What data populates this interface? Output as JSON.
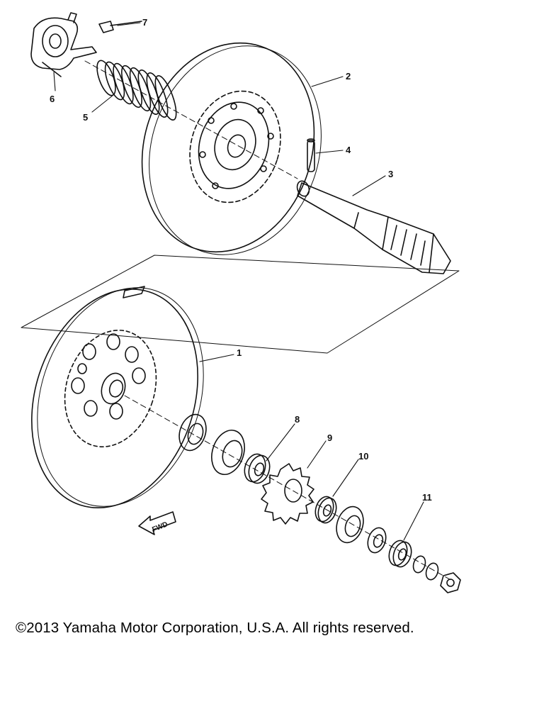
{
  "diagram": {
    "callouts": {
      "c1": "1",
      "c2": "2",
      "c3": "3",
      "c4": "4",
      "c5": "5",
      "c6": "6",
      "c7": "7",
      "c8": "8",
      "c9": "9",
      "c10": "10",
      "c11": "11"
    },
    "fwd_label": "FWD"
  },
  "footer": {
    "copyright": "©2013 Yamaha Motor Corporation, U.S.A. All rights reserved."
  }
}
